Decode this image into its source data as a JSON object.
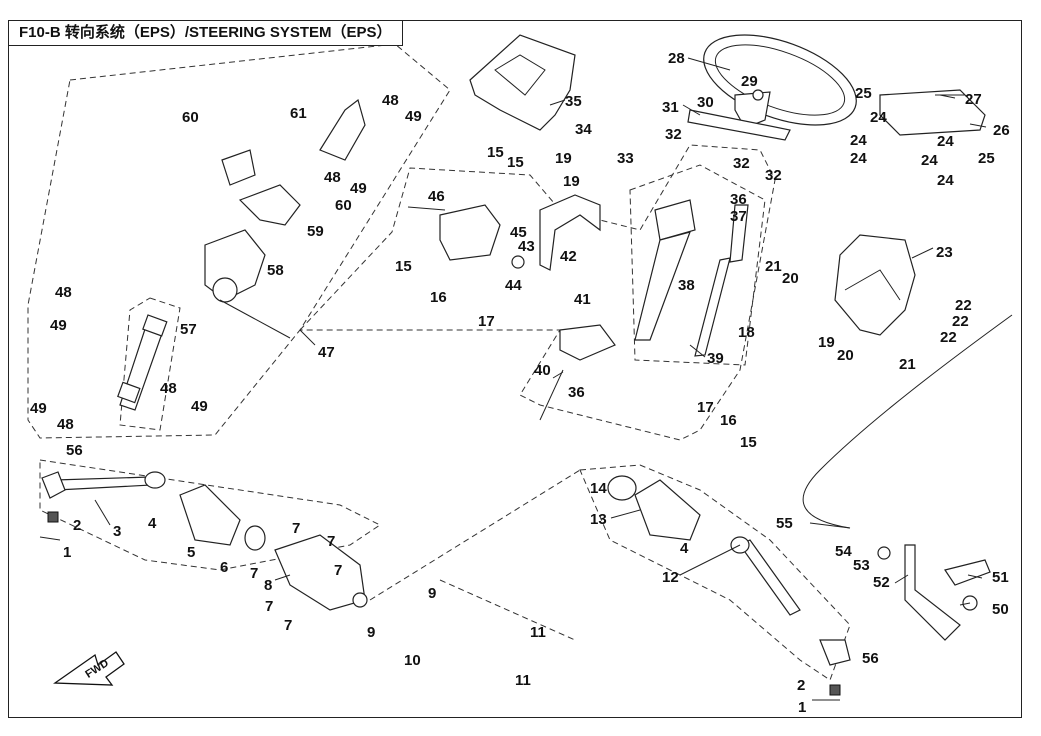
{
  "title": "F10-B 转向系统（EPS）/STEERING SYSTEM（EPS）",
  "fwd_label": "FWD",
  "callouts": {
    "c1a": "1",
    "c1b": "1",
    "c2a": "2",
    "c2b": "2",
    "c3": "3",
    "c4a": "4",
    "c4b": "4",
    "c5": "5",
    "c6": "6",
    "c7a": "7",
    "c7b": "7",
    "c7c": "7",
    "c7d": "7",
    "c7e": "7",
    "c7f": "7",
    "c8": "8",
    "c9a": "9",
    "c9b": "9",
    "c10": "10",
    "c11a": "11",
    "c11b": "11",
    "c12": "12",
    "c13": "13",
    "c14": "14",
    "c15a": "15",
    "c15b": "15",
    "c15c": "15",
    "c15d": "15",
    "c16a": "16",
    "c16b": "16",
    "c17a": "17",
    "c17b": "17",
    "c18": "18",
    "c19a": "19",
    "c19b": "19",
    "c19c": "19",
    "c20a": "20",
    "c20b": "20",
    "c21a": "21",
    "c21b": "21",
    "c22a": "22",
    "c22b": "22",
    "c22c": "22",
    "c23": "23",
    "c24a": "24",
    "c24b": "24",
    "c24c": "24",
    "c24d": "24",
    "c24e": "24",
    "c24f": "24",
    "c25a": "25",
    "c25b": "25",
    "c26": "26",
    "c27": "27",
    "c28": "28",
    "c29": "29",
    "c30": "30",
    "c31": "31",
    "c32a": "32",
    "c32b": "32",
    "c32c": "32",
    "c33": "33",
    "c34": "34",
    "c35": "35",
    "c36a": "36",
    "c36b": "36",
    "c37": "37",
    "c38": "38",
    "c39": "39",
    "c40": "40",
    "c41": "41",
    "c42": "42",
    "c43": "43",
    "c44": "44",
    "c45": "45",
    "c46": "46",
    "c47": "47",
    "c48a": "48",
    "c48b": "48",
    "c48c": "48",
    "c48d": "48",
    "c48e": "48",
    "c49a": "49",
    "c49b": "49",
    "c49c": "49",
    "c49d": "49",
    "c49e": "49",
    "c50": "50",
    "c51": "51",
    "c52": "52",
    "c53": "53",
    "c54": "54",
    "c55": "55",
    "c56a": "56",
    "c56b": "56",
    "c57": "57",
    "c58": "58",
    "c59": "59",
    "c60a": "60",
    "c60b": "60",
    "c61": "61"
  }
}
